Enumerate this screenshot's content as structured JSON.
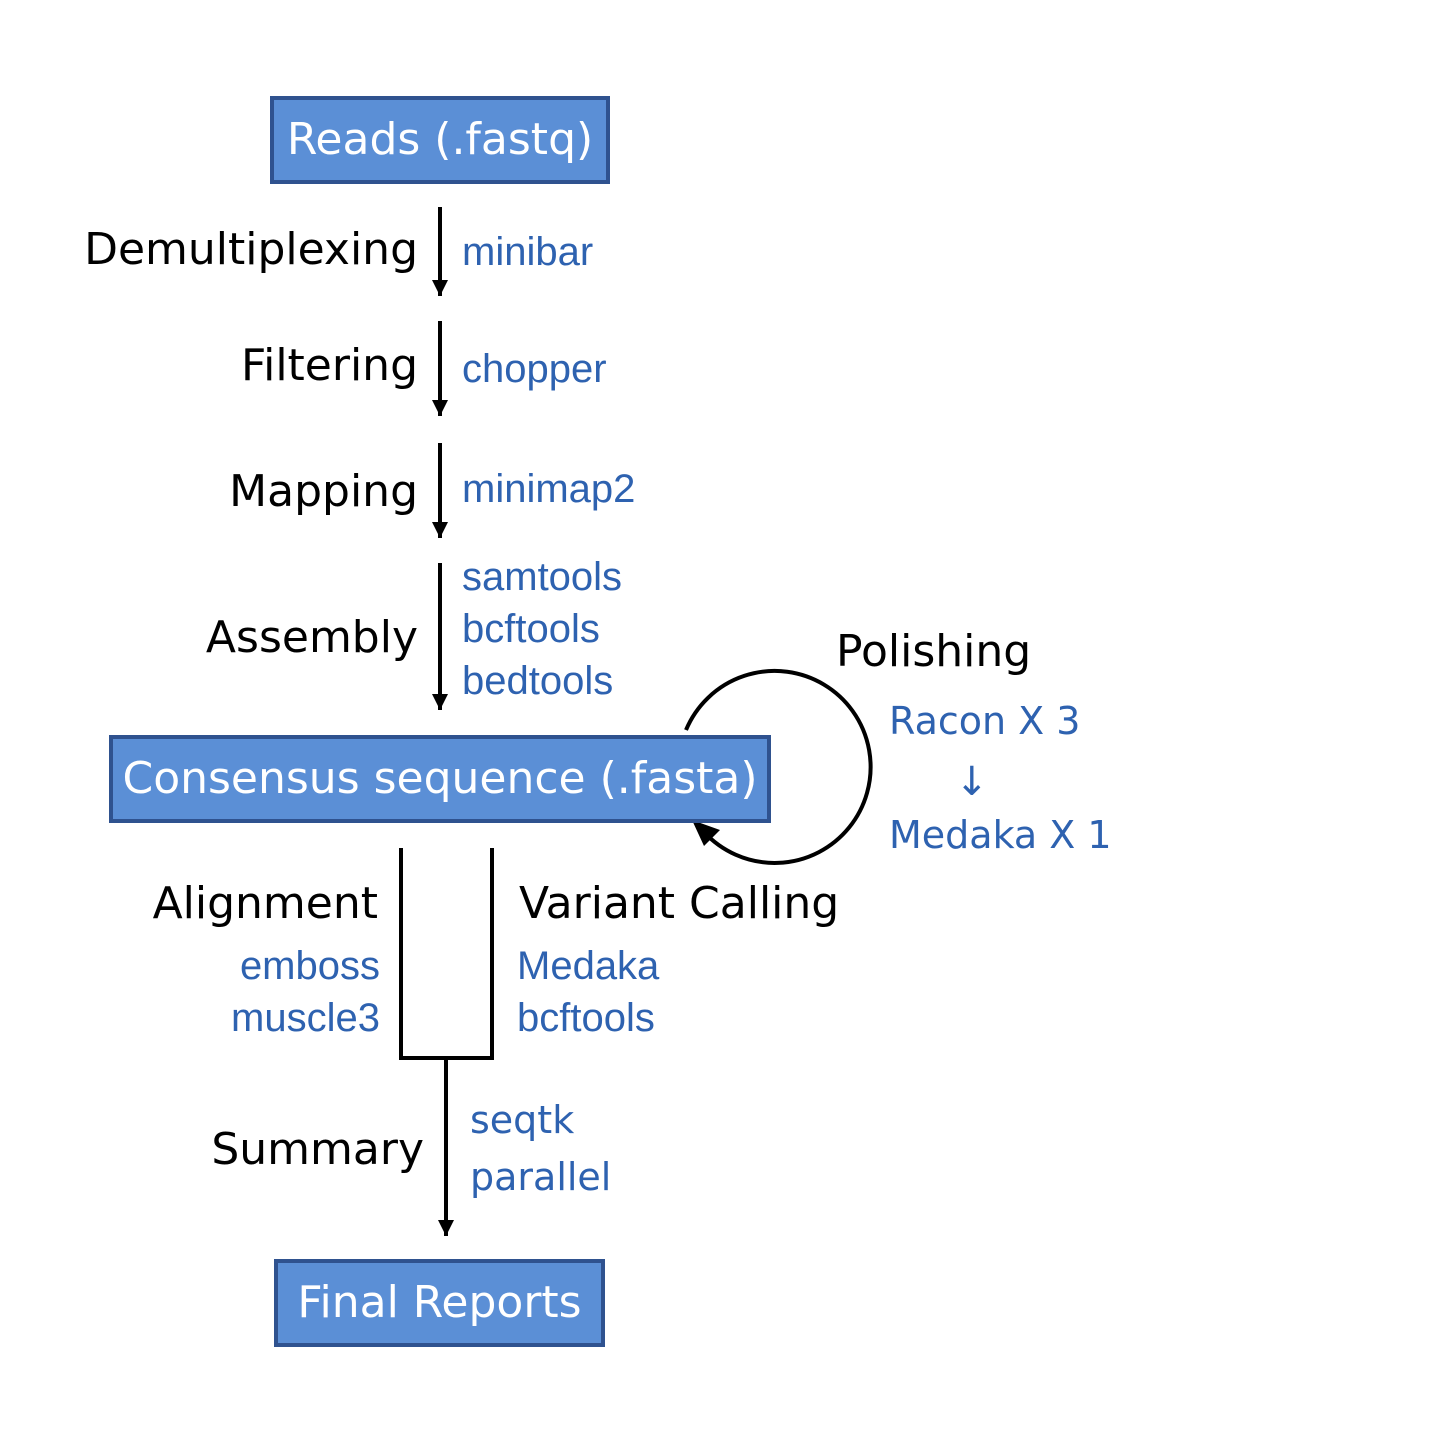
{
  "boxes": {
    "reads": "Reads (.fastq)",
    "consensus": "Consensus sequence (.fasta)",
    "final": "Final Reports"
  },
  "steps": {
    "demultiplexing": {
      "label": "Demultiplexing",
      "tools": [
        "minibar"
      ]
    },
    "filtering": {
      "label": "Filtering",
      "tools": [
        "chopper"
      ]
    },
    "mapping": {
      "label": "Mapping",
      "tools": [
        "minimap2"
      ]
    },
    "assembly": {
      "label": "Assembly",
      "tools": [
        "samtools",
        "bcftools",
        "bedtools"
      ]
    },
    "alignment": {
      "label": "Alignment",
      "tools": [
        "emboss",
        "muscle3"
      ]
    },
    "variant_calling": {
      "label": "Variant Calling",
      "tools": [
        "Medaka",
        "bcftools"
      ]
    },
    "summary": {
      "label": "Summary",
      "tools": [
        "seqtk",
        "parallel"
      ]
    }
  },
  "polishing": {
    "label": "Polishing",
    "steps": [
      "Racon X 3",
      "Medaka X 1"
    ],
    "arrow_glyph": "↓"
  },
  "colors": {
    "box_fill": "#5B8FD6",
    "box_border": "#2F528F",
    "tool_text": "#2E62B0",
    "step_text": "#000000"
  }
}
